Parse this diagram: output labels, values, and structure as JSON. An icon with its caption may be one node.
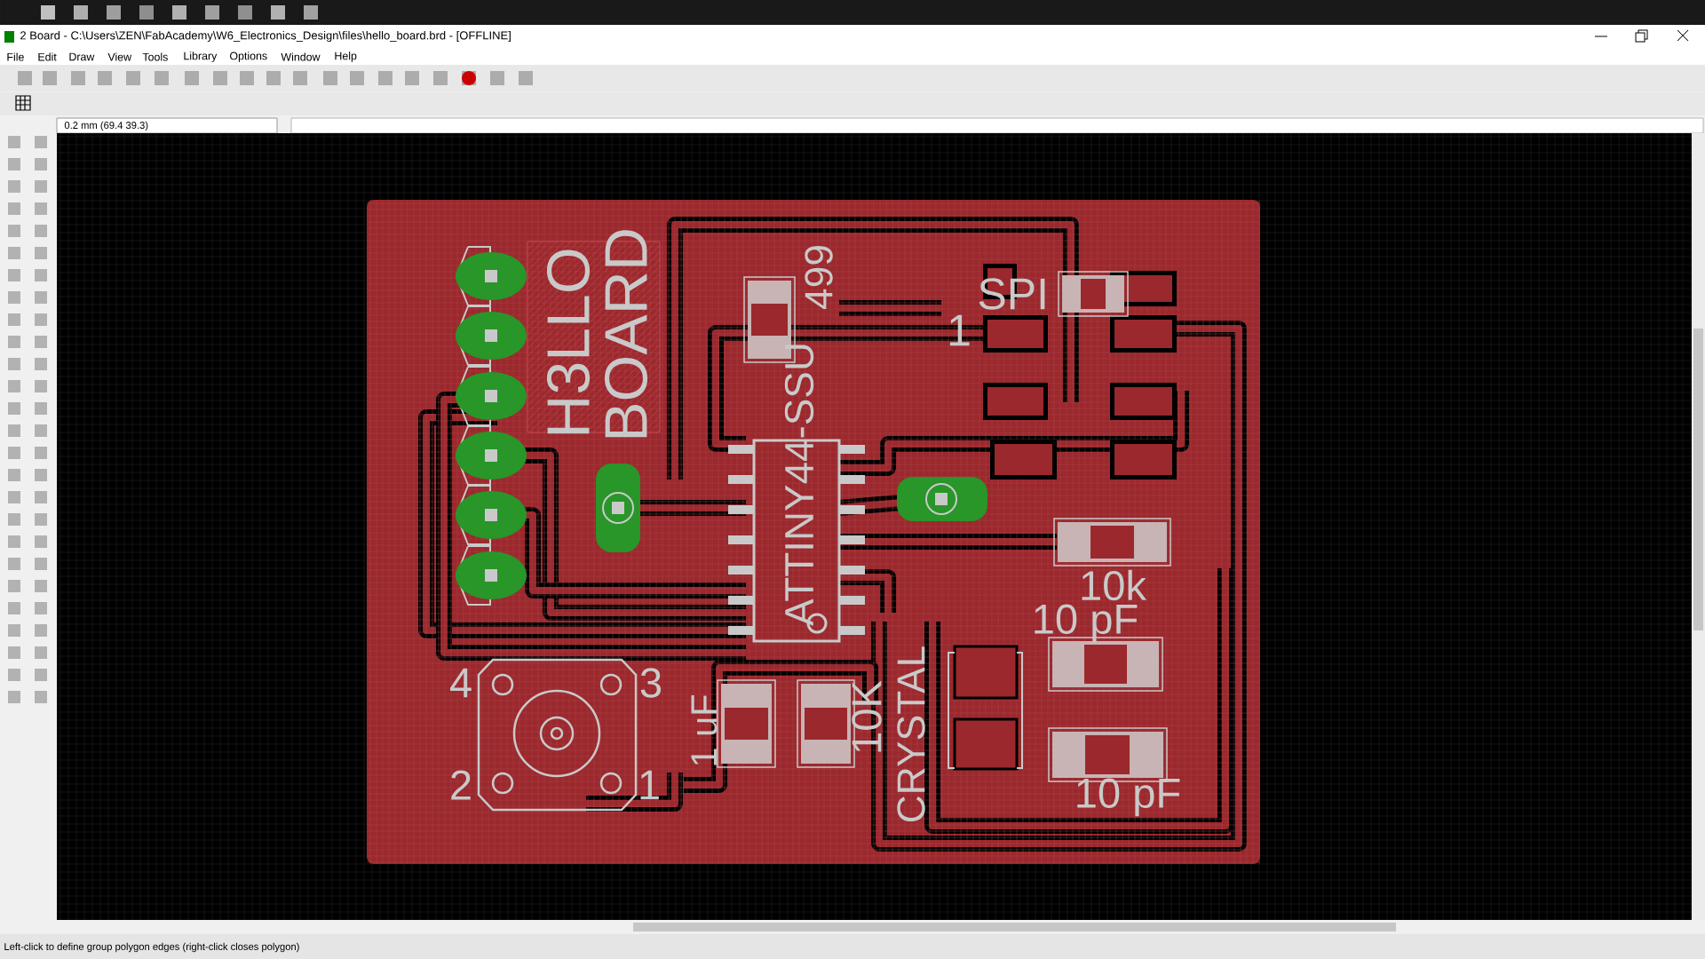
{
  "diagram": {
    "title": "2 Board - C:\\Users\\ZEN\\FabAcademy\\W6_Electronics_Design\\files\\hello_board.brd - [OFFLINE]",
    "labels": [
      "File",
      "Edit",
      "Draw",
      "View",
      "Tools",
      "Library",
      "Options",
      "Window",
      "Help",
      "0.2 mm (69.4 39.3)",
      "H3LLO",
      "BOARD",
      "SPI",
      "1",
      "499",
      "ATTINY44-SSU",
      "10k",
      "10 pF",
      "4",
      "3",
      "1 uF",
      "10K",
      "CRYSTAL",
      "2",
      "1",
      "10 pF",
      "Left-click to define group polygon edges (right-click closes polygon)"
    ]
  }
}
